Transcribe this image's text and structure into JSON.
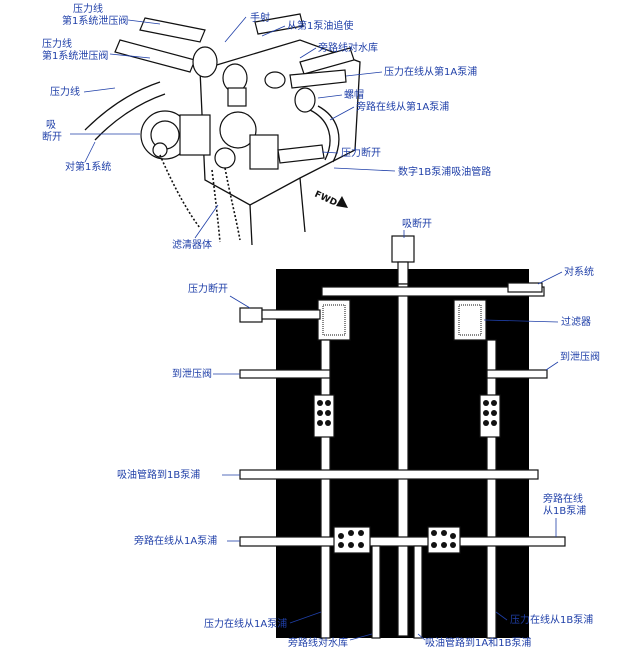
{
  "top_labels": {
    "pressure_line_sys1_relief_a_l1": "压力线",
    "pressure_line_sys1_relief_a_l2": "第1系统泄压阀",
    "pressure_line_sys1_relief_b_l1": "压力线",
    "pressure_line_sys1_relief_b_l2": "第1系统泄压阀",
    "pressure_line": "压力线",
    "suction_l1": "吸",
    "suction_l2": "断开",
    "to_system1": "对第1系统",
    "strainer_body": "滤清器体",
    "hand_valve": "手射",
    "from_pump1_return": "从第1泵油追使",
    "bypass_to_reservoir": "旁路线对水库",
    "pressure_from_pump1a": "压力在线从第1A泵浦",
    "cap_nut": "螺帽",
    "bypass_from_pump1a": "旁路在线从第1A泵浦",
    "pressure_disconnect": "压力断开",
    "digital_1b_suction": "数字1B泵浦吸油管路",
    "fwd": "FWD"
  },
  "bottom_labels": {
    "suction_disconnect": "吸断开",
    "to_system": "对系统",
    "pressure_disconnect": "压力断开",
    "filter": "过滤器",
    "to_relief_left": "到泄压阀",
    "to_relief_right": "到泄压阀",
    "suction_to_1b": "吸油管路到1B泵浦",
    "bypass_from_1b_l1": "旁路在线",
    "bypass_from_1b_l2": "从1B泵浦",
    "bypass_from_1a": "旁路在线从1A泵浦",
    "pressure_from_1a": "压力在线从1A泵浦",
    "pressure_from_1b": "压力在线从1B泵浦",
    "bypass_to_reservoir": "旁路线对水库",
    "suction_to_1a_1b": "吸油管路到1A和1B泵浦"
  },
  "colors": {
    "label": "#1f3fa8",
    "ink": "#111111",
    "panel": "#000000"
  }
}
